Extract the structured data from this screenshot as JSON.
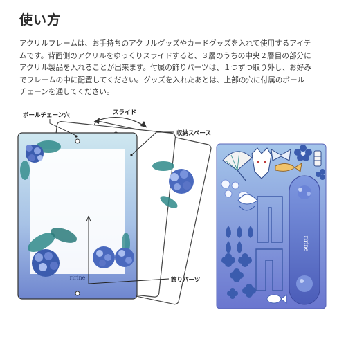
{
  "header": {
    "title": "使い方"
  },
  "description": {
    "lines": [
      "アクリルフレームは、お手持ちのアクリルグッズやカードグッズを入れて使用するアイテ",
      "ムです。背面側のアクリルをゆっくりスライドすると、３層のうちの中央２層目の部分に",
      "アクリル製品を入れることが出来ます。付属の飾りパーツは、１つずつ取り外し、お好み",
      "でフレームの中に配置してください。グッズを入れたあとは、上部の穴に付属のボール",
      "チェーンを通してください。"
    ]
  },
  "diagram": {
    "labels": {
      "chain_hole": "ボールチェーン穴",
      "slide": "スライド",
      "storage_space": "収納スペース",
      "decoration_parts": "飾りパーツ"
    },
    "brand_text": "ririne",
    "colors": {
      "frame_gradient_top": "#cfe8f0",
      "frame_gradient_bottom": "#6f86cf",
      "flower_blue": "#3b5cae",
      "leaf_teal": "#2f8a8a",
      "parts_sheet_top": "#a5c6ea",
      "parts_sheet_bottom": "#6a76cf",
      "callout_line": "#222222"
    }
  }
}
